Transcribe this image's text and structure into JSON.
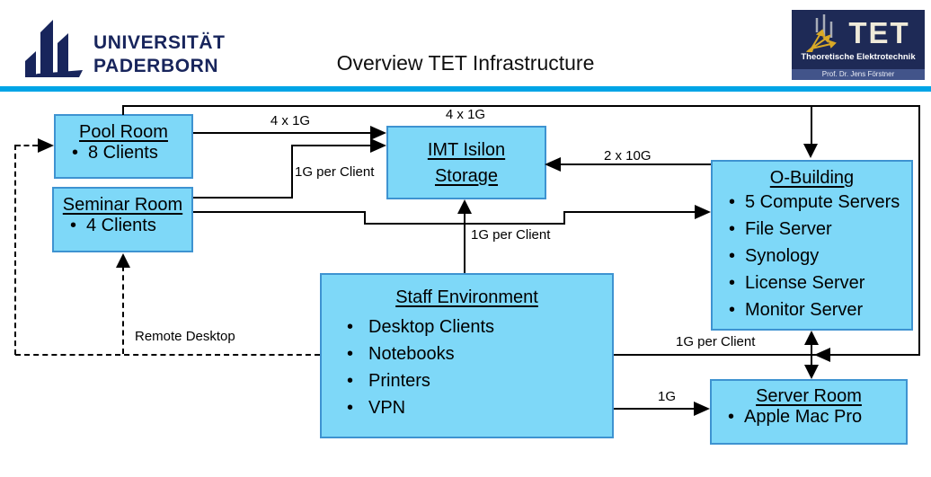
{
  "header": {
    "title": "Overview TET Infrastructure",
    "university_logo": {
      "line1": "UNIVERSITÄT",
      "line2": "PADERBORN"
    },
    "tet_logo": {
      "acronym": "TET",
      "subtitle": "Theoretische Elektrotechnik",
      "professor": "Prof. Dr. Jens Förstner"
    }
  },
  "colors": {
    "accent_cyan": "#00a4e6",
    "node_fill": "#7ed8f8",
    "node_border": "#3e93d1",
    "logo_navy": "#1e2a56",
    "connector_black": "#000000"
  },
  "diagram": {
    "nodes": [
      {
        "id": "pool-room",
        "title": "Pool Room",
        "items": [
          "8 Clients"
        ]
      },
      {
        "id": "seminar-room",
        "title": "Seminar Room",
        "items": [
          "4 Clients"
        ]
      },
      {
        "id": "imt-isilon-storage",
        "title": "IMT Isilon Storage",
        "title_line1": "IMT Isilon",
        "title_line2": "Storage",
        "items": []
      },
      {
        "id": "o-building",
        "title": "O-Building",
        "items": [
          "5 Compute Servers",
          "File Server",
          "Synology",
          "License Server",
          "Monitor Server"
        ]
      },
      {
        "id": "staff-environment",
        "title": "Staff Environment",
        "items": [
          "Desktop Clients",
          "Notebooks",
          "Printers",
          "VPN"
        ]
      },
      {
        "id": "server-room",
        "title": "Server Room",
        "items": [
          "Apple Mac Pro"
        ]
      }
    ],
    "edge_labels": {
      "top_ring": "4 x 1G",
      "pool_to_imt": "4 x 1G",
      "seminar_to_imt": "1G per Client",
      "obuilding_to_imt": "2 x 10G",
      "staff_to_imt": "1G per Client",
      "staff_to_obuilding": "1G per Client",
      "staff_to_server": "1G",
      "remote_desktop": "Remote Desktop"
    }
  }
}
